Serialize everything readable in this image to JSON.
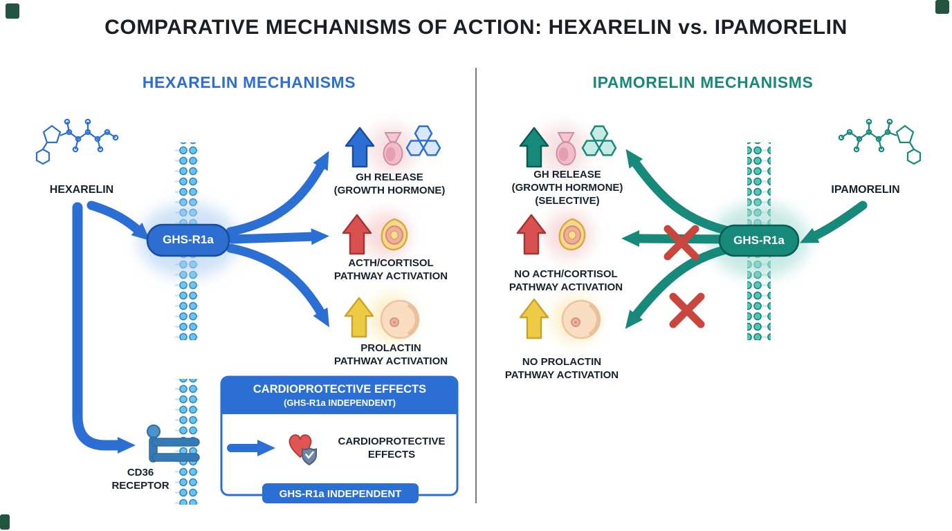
{
  "title": "COMPARATIVE MECHANISMS OF ACTION: HEXARELIN vs. IPAMORELIN",
  "colors": {
    "hexarelin_blue": "#2b6fd4",
    "ipamorelin_teal": "#17897b",
    "alert_red": "#c9463f",
    "prolactin_yellow": "#eecb45"
  },
  "left": {
    "header": "HEXARELIN MECHANISMS",
    "peptide": "HEXARELIN",
    "receptor": "GHS-R1a",
    "outcomes": [
      {
        "line1": "GH RELEASE",
        "line2": "(GROWTH HORMONE)"
      },
      {
        "line1": "ACTH/CORTISOL",
        "line2": "PATHWAY ACTIVATION"
      },
      {
        "line1": "PROLACTIN",
        "line2": "PATHWAY ACTIVATION"
      }
    ],
    "cd36": {
      "line1": "CD36",
      "line2": "RECEPTOR"
    },
    "cardio": {
      "header_line1": "CARDIOPROTECTIVE EFFECTS",
      "header_line2": "(GHS-R1a INDEPENDENT)",
      "body_line1": "CARDIOPROTECTIVE",
      "body_line2": "EFFECTS",
      "footer": "GHS-R1a INDEPENDENT"
    }
  },
  "right": {
    "header": "IPAMORELIN MECHANISMS",
    "peptide": "IPAMORELIN",
    "receptor": "GHS-R1a",
    "outcomes": [
      {
        "line1": "GH RELEASE",
        "line2": "(GROWTH HORMONE)",
        "line3": "(SELECTIVE)"
      },
      {
        "line1": "NO ACTH/CORTISOL",
        "line2": "PATHWAY ACTIVATION"
      },
      {
        "line1": "NO PROLACTIN",
        "line2": "PATHWAY ACTIVATION"
      }
    ]
  },
  "icons": {
    "pituitary": "pituitary-gland",
    "adrenal": "adrenal-gland",
    "breast": "breast-tissue",
    "heart_shield": "protected-heart",
    "molecule": "peptide-structure",
    "membrane": "cell-membrane",
    "blocked": "red-x"
  }
}
